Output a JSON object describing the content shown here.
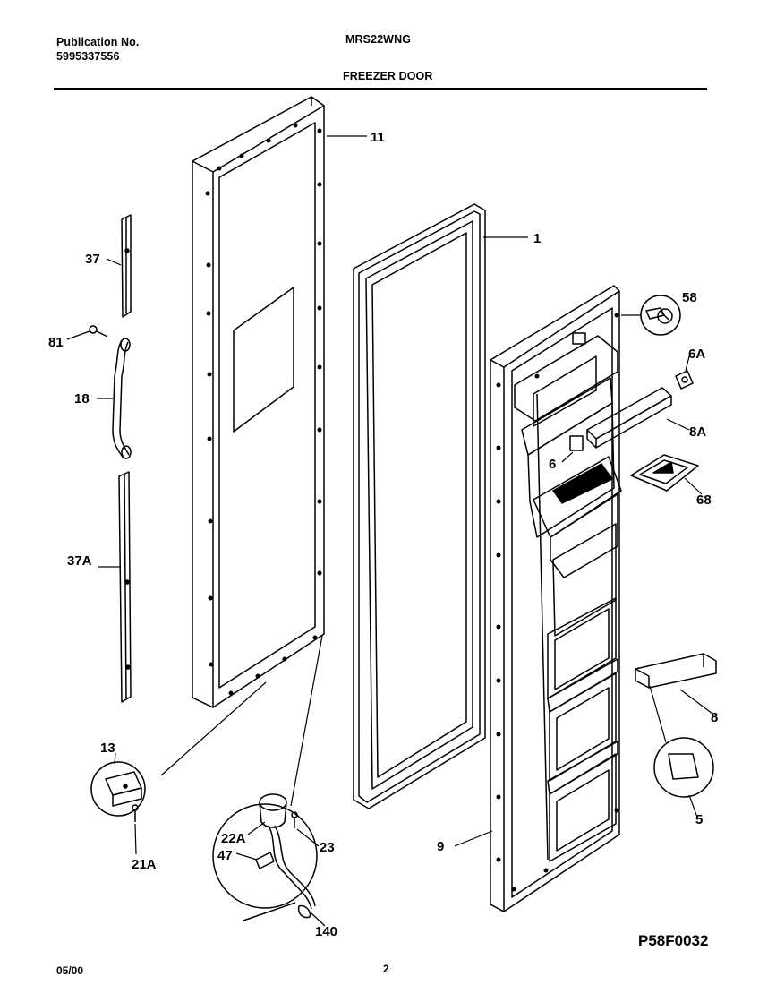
{
  "header": {
    "publication_label": "Publication No.",
    "publication_number": "5995337556",
    "model": "MRS22WNG",
    "section_title": "FREEZER DOOR"
  },
  "callouts": {
    "c11": "11",
    "c1": "1",
    "c37": "37",
    "c81": "81",
    "c18": "18",
    "c37a": "37A",
    "c58": "58",
    "c6a": "6A",
    "c8a": "8A",
    "c6": "6",
    "c68": "68",
    "c8": "8",
    "c5": "5",
    "c13": "13",
    "c21a": "21A",
    "c22a": "22A",
    "c23": "23",
    "c47": "47",
    "c9": "9",
    "c140": "140"
  },
  "footer": {
    "drawing_code": "P58F0032",
    "date": "05/00",
    "page": "2"
  }
}
